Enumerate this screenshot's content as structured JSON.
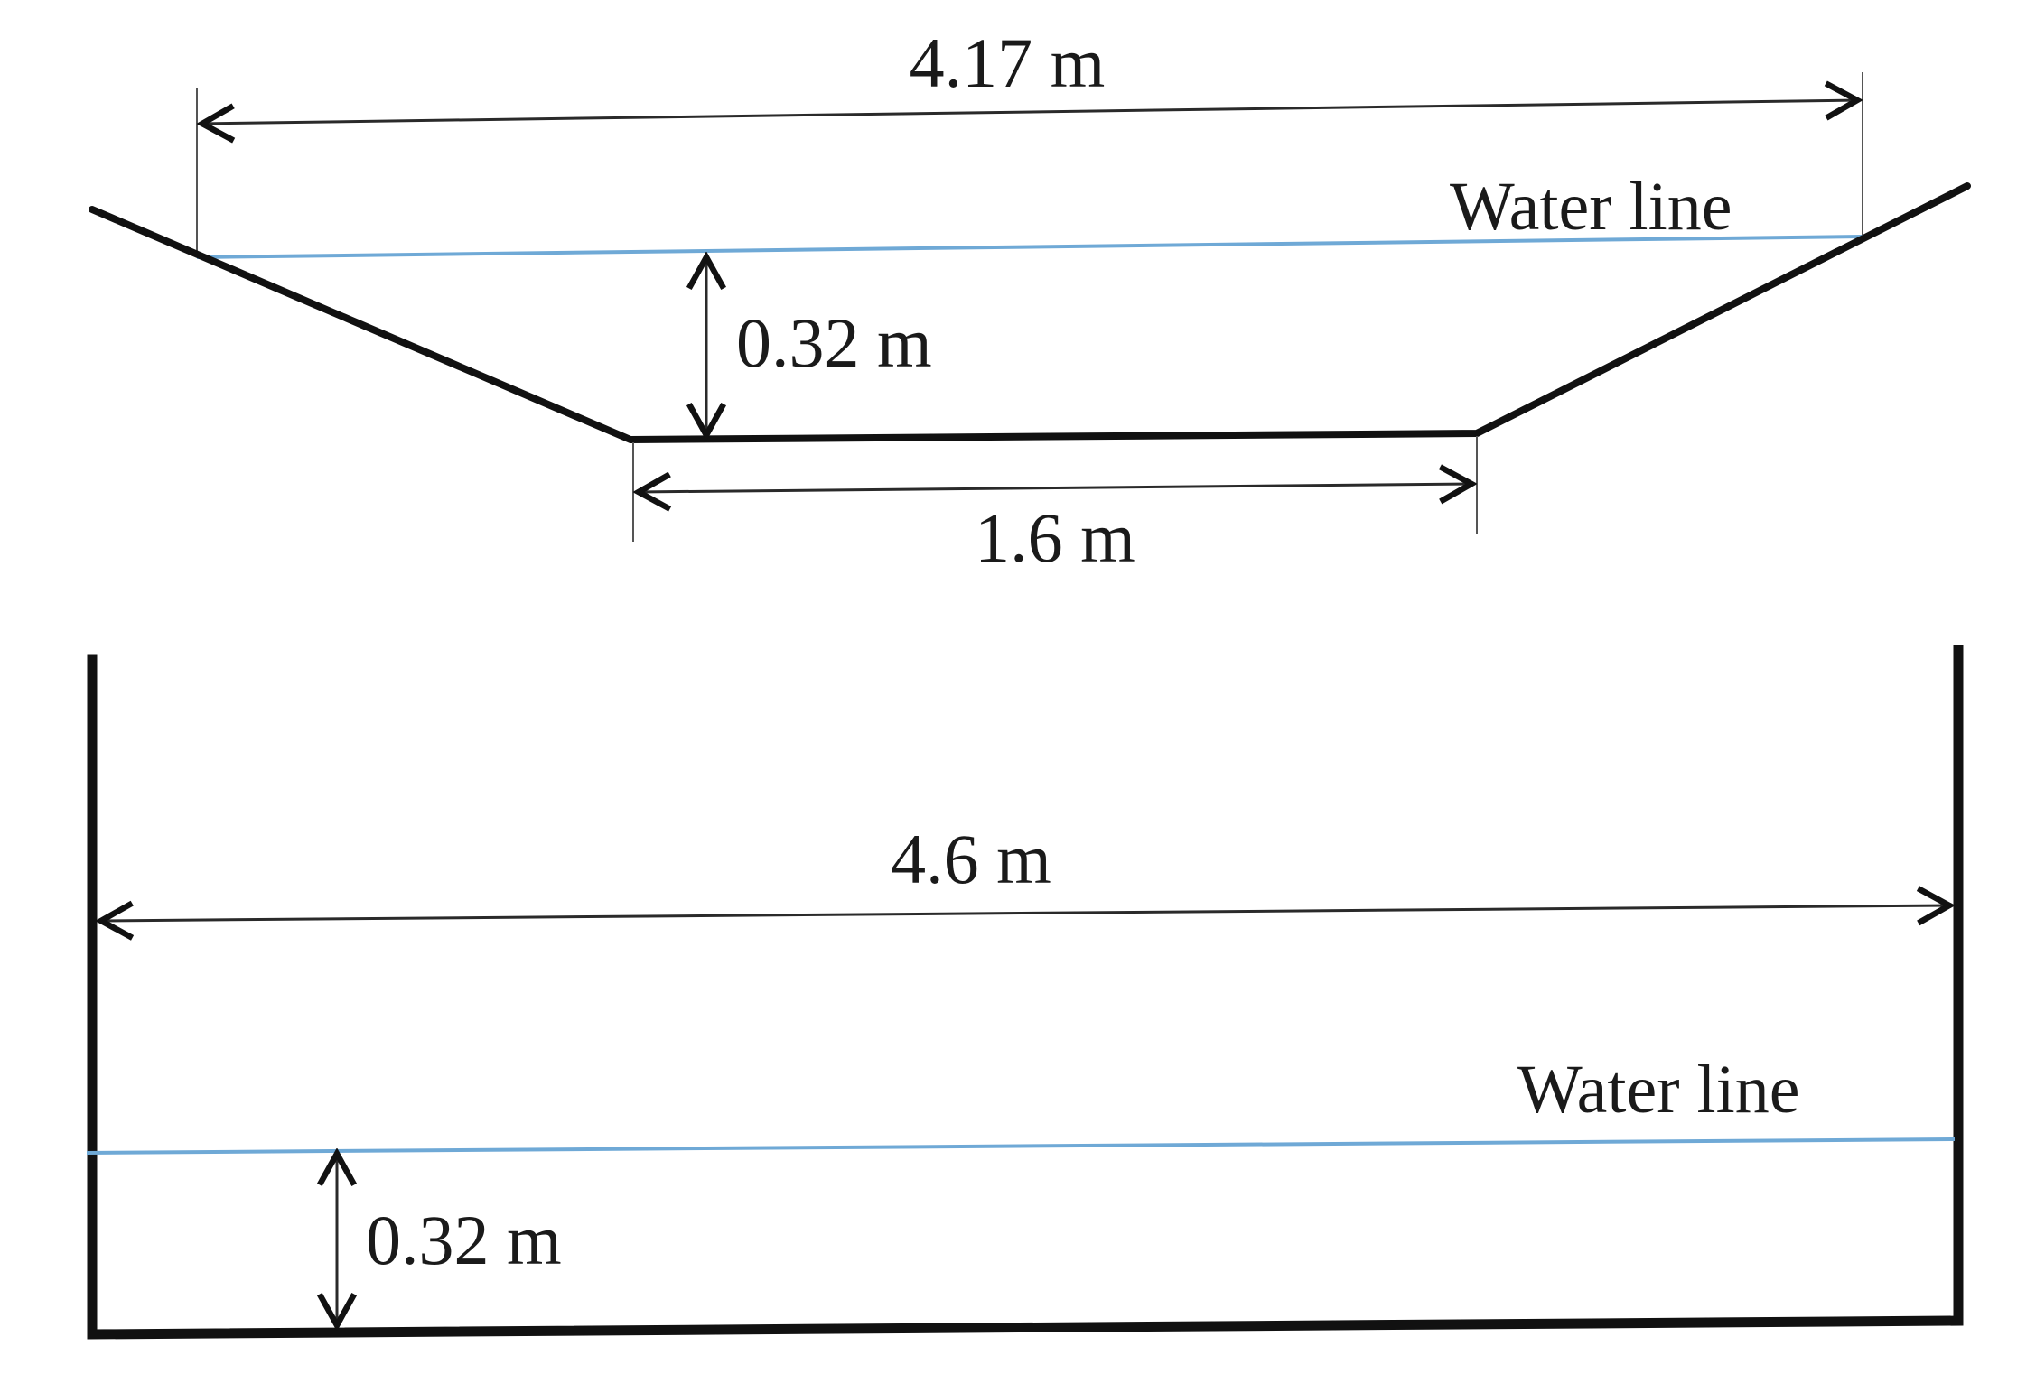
{
  "diagram": {
    "trapezoidal_channel": {
      "top_width_label": "4.17 m",
      "depth_label": "0.32 m",
      "bottom_width_label": "1.6 m",
      "water_line_label": "Water line"
    },
    "rectangular_channel": {
      "width_label": "4.6 m",
      "depth_label": "0.32 m",
      "water_line_label": "Water line"
    },
    "colors": {
      "channel_outline": "#111111",
      "water_line": "#6fa9d6",
      "dimension_lines": "#2a2a2a",
      "text": "#1a1a1a"
    }
  }
}
